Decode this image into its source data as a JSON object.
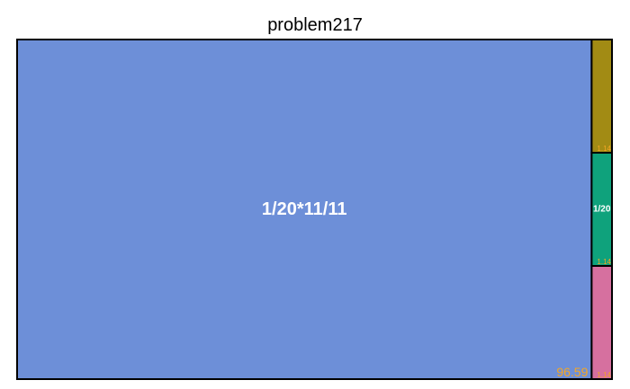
{
  "chart_data": {
    "type": "treemap",
    "title": "problem217",
    "items": [
      {
        "label": "1/20*11/11",
        "value": 96.59,
        "value_label": "96.59",
        "color": "#6d8fd8"
      },
      {
        "label": "",
        "value": 1.14,
        "value_label": "1.14",
        "color": "#a28b14"
      },
      {
        "label": "1/20",
        "value": 1.14,
        "value_label": "1.14",
        "color": "#0fa27c"
      },
      {
        "label": "",
        "value": 1.14,
        "value_label": "1.14",
        "color": "#d6709f"
      }
    ],
    "value_label_color": "#f5a623",
    "border_color": "#000000"
  }
}
